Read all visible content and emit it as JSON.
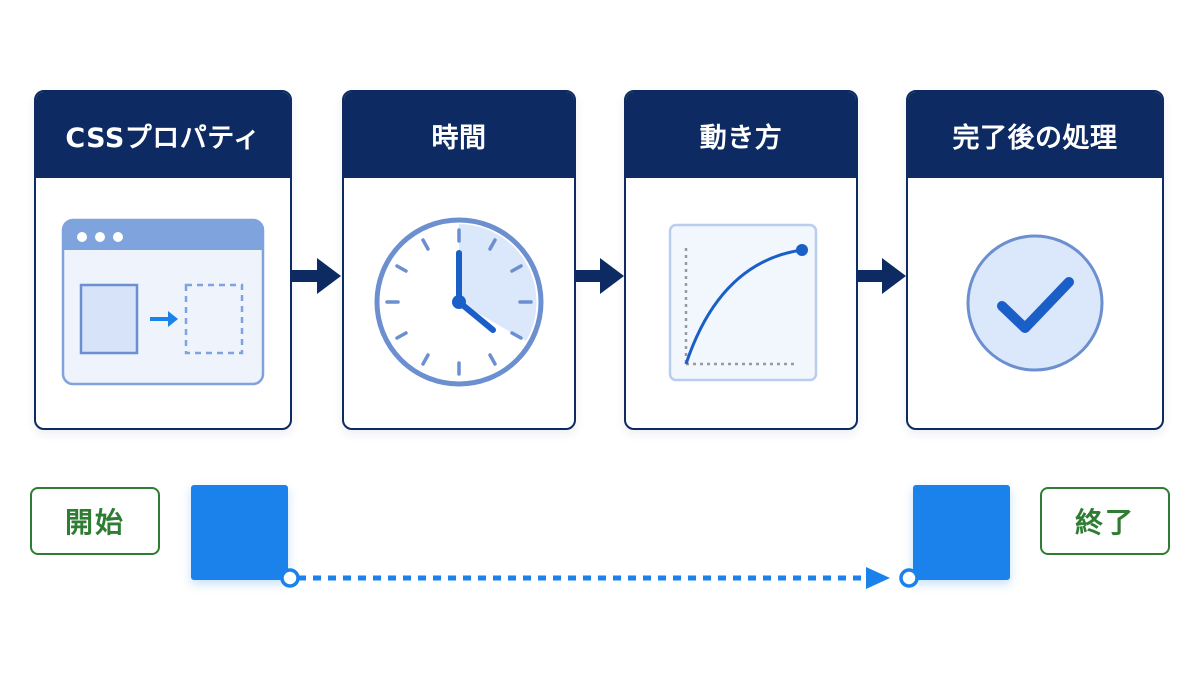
{
  "steps": [
    {
      "title": "CSSプロパティ",
      "icon": "browser-window-icon"
    },
    {
      "title": "時間",
      "icon": "clock-icon"
    },
    {
      "title": "動き方",
      "icon": "easing-curve-icon"
    },
    {
      "title": "完了後の処理",
      "icon": "checkmark-circle-icon"
    }
  ],
  "timeline": {
    "start_label": "開始",
    "end_label": "終了"
  },
  "colors": {
    "header_navy": "#0d2a62",
    "accent_blue": "#1a82ea",
    "icon_blue": "#6b8fcf",
    "light_blue": "#dbe7fa",
    "start_end_green": "#2e7d32"
  }
}
